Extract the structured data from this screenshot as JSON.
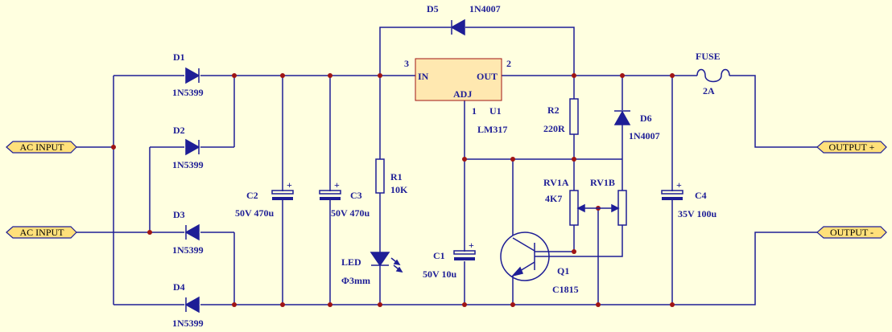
{
  "colors": {
    "background": "#FFFFE0",
    "wire": "#1E1E96",
    "junction": "#A01414",
    "port_fill": "#FFE07A",
    "ic_fill": "#FFE8B0",
    "ic_border": "#A01414"
  },
  "ports": {
    "ac_input_1": "AC INPUT",
    "ac_input_2": "AC INPUT",
    "output_pos": "OUTPUT +",
    "output_neg": "OUTPUT -"
  },
  "diodes": {
    "d1": {
      "ref": "D1",
      "value": "1N5399"
    },
    "d2": {
      "ref": "D2",
      "value": "1N5399"
    },
    "d3": {
      "ref": "D3",
      "value": "1N5399"
    },
    "d4": {
      "ref": "D4",
      "value": "1N5399"
    },
    "d5": {
      "ref": "D5",
      "value": "1N4007"
    },
    "d6": {
      "ref": "D6",
      "value": "1N4007"
    }
  },
  "capacitors": {
    "c1": {
      "ref": "C1",
      "value": "50V 10u"
    },
    "c2": {
      "ref": "C2",
      "value": "50V 470u"
    },
    "c3": {
      "ref": "C3",
      "value": "50V 470u"
    },
    "c4": {
      "ref": "C4",
      "value": "35V 100u"
    }
  },
  "polarity_mark": "+",
  "resistors": {
    "r1": {
      "ref": "R1",
      "value": "10K"
    },
    "r2": {
      "ref": "R2",
      "value": "220R"
    }
  },
  "potentiometer": {
    "ref_a": "RV1A",
    "value": "4K7",
    "ref_b": "RV1B"
  },
  "led": {
    "ref": "LED",
    "value": "Φ3mm"
  },
  "transistor": {
    "ref": "Q1",
    "value": "C1815"
  },
  "regulator": {
    "ref": "U1",
    "value": "LM317",
    "pin_in_label": "IN",
    "pin_out_label": "OUT",
    "pin_adj_label": "ADJ",
    "pin_in_num": "3",
    "pin_out_num": "2",
    "pin_adj_num": "1"
  },
  "fuse": {
    "ref": "FUSE",
    "value": "2A"
  }
}
